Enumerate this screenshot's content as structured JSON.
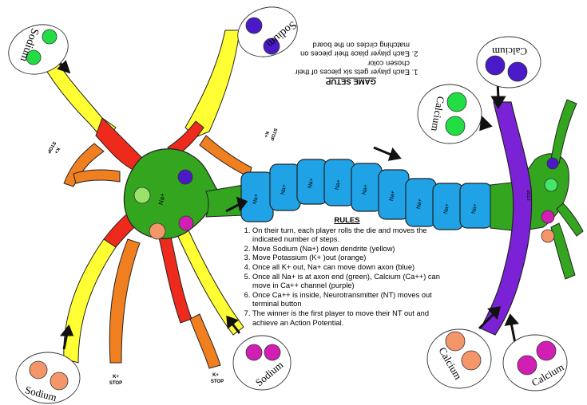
{
  "setup": {
    "title": "GAME SETUP",
    "items": [
      "Each player gets six  pieces of their chosen color",
      "Each player place their pieces on matching circles on the board"
    ]
  },
  "rules": {
    "title": "RULES",
    "items": [
      "On their turn, each player rolls the die and moves the indicated number of steps.",
      "Move  Sodium (Na+) down dendrite (yellow)",
      "Move Potassium (K+ )out (orange)",
      "Once all K+  out, Na+ can move down axon (blue)",
      "Once all Na+ is at axon end (green), Calcium (Ca++) can move in Ca++ channel (purple)",
      "Once Ca++ is inside, Neurotransmitter (NT) moves out terminal button",
      "The winner is the first player to move their NT out and achieve an Action Potential."
    ]
  },
  "labels": {
    "sodium": "Sodium",
    "calcium": "Calcium",
    "na_plus": "Na+",
    "k_plus": "K+",
    "ca_plus": "Ca++",
    "nt": "NT",
    "stop": "STOP"
  },
  "colors": {
    "dendrite": "#ffff33",
    "potassium": "#f07f20",
    "soma_path": "#ee2a1c",
    "soma": "#33a51f",
    "axon": "#1fa2e6",
    "channel": "#7b22d6",
    "sodium_piece": "#22dd44",
    "sodium_piece_purple": "#d21fb3",
    "calcium_piece_orange": "#f4956a",
    "calcium_piece_purple": "#4a1ac8",
    "nt_piece": "#42e86a"
  }
}
